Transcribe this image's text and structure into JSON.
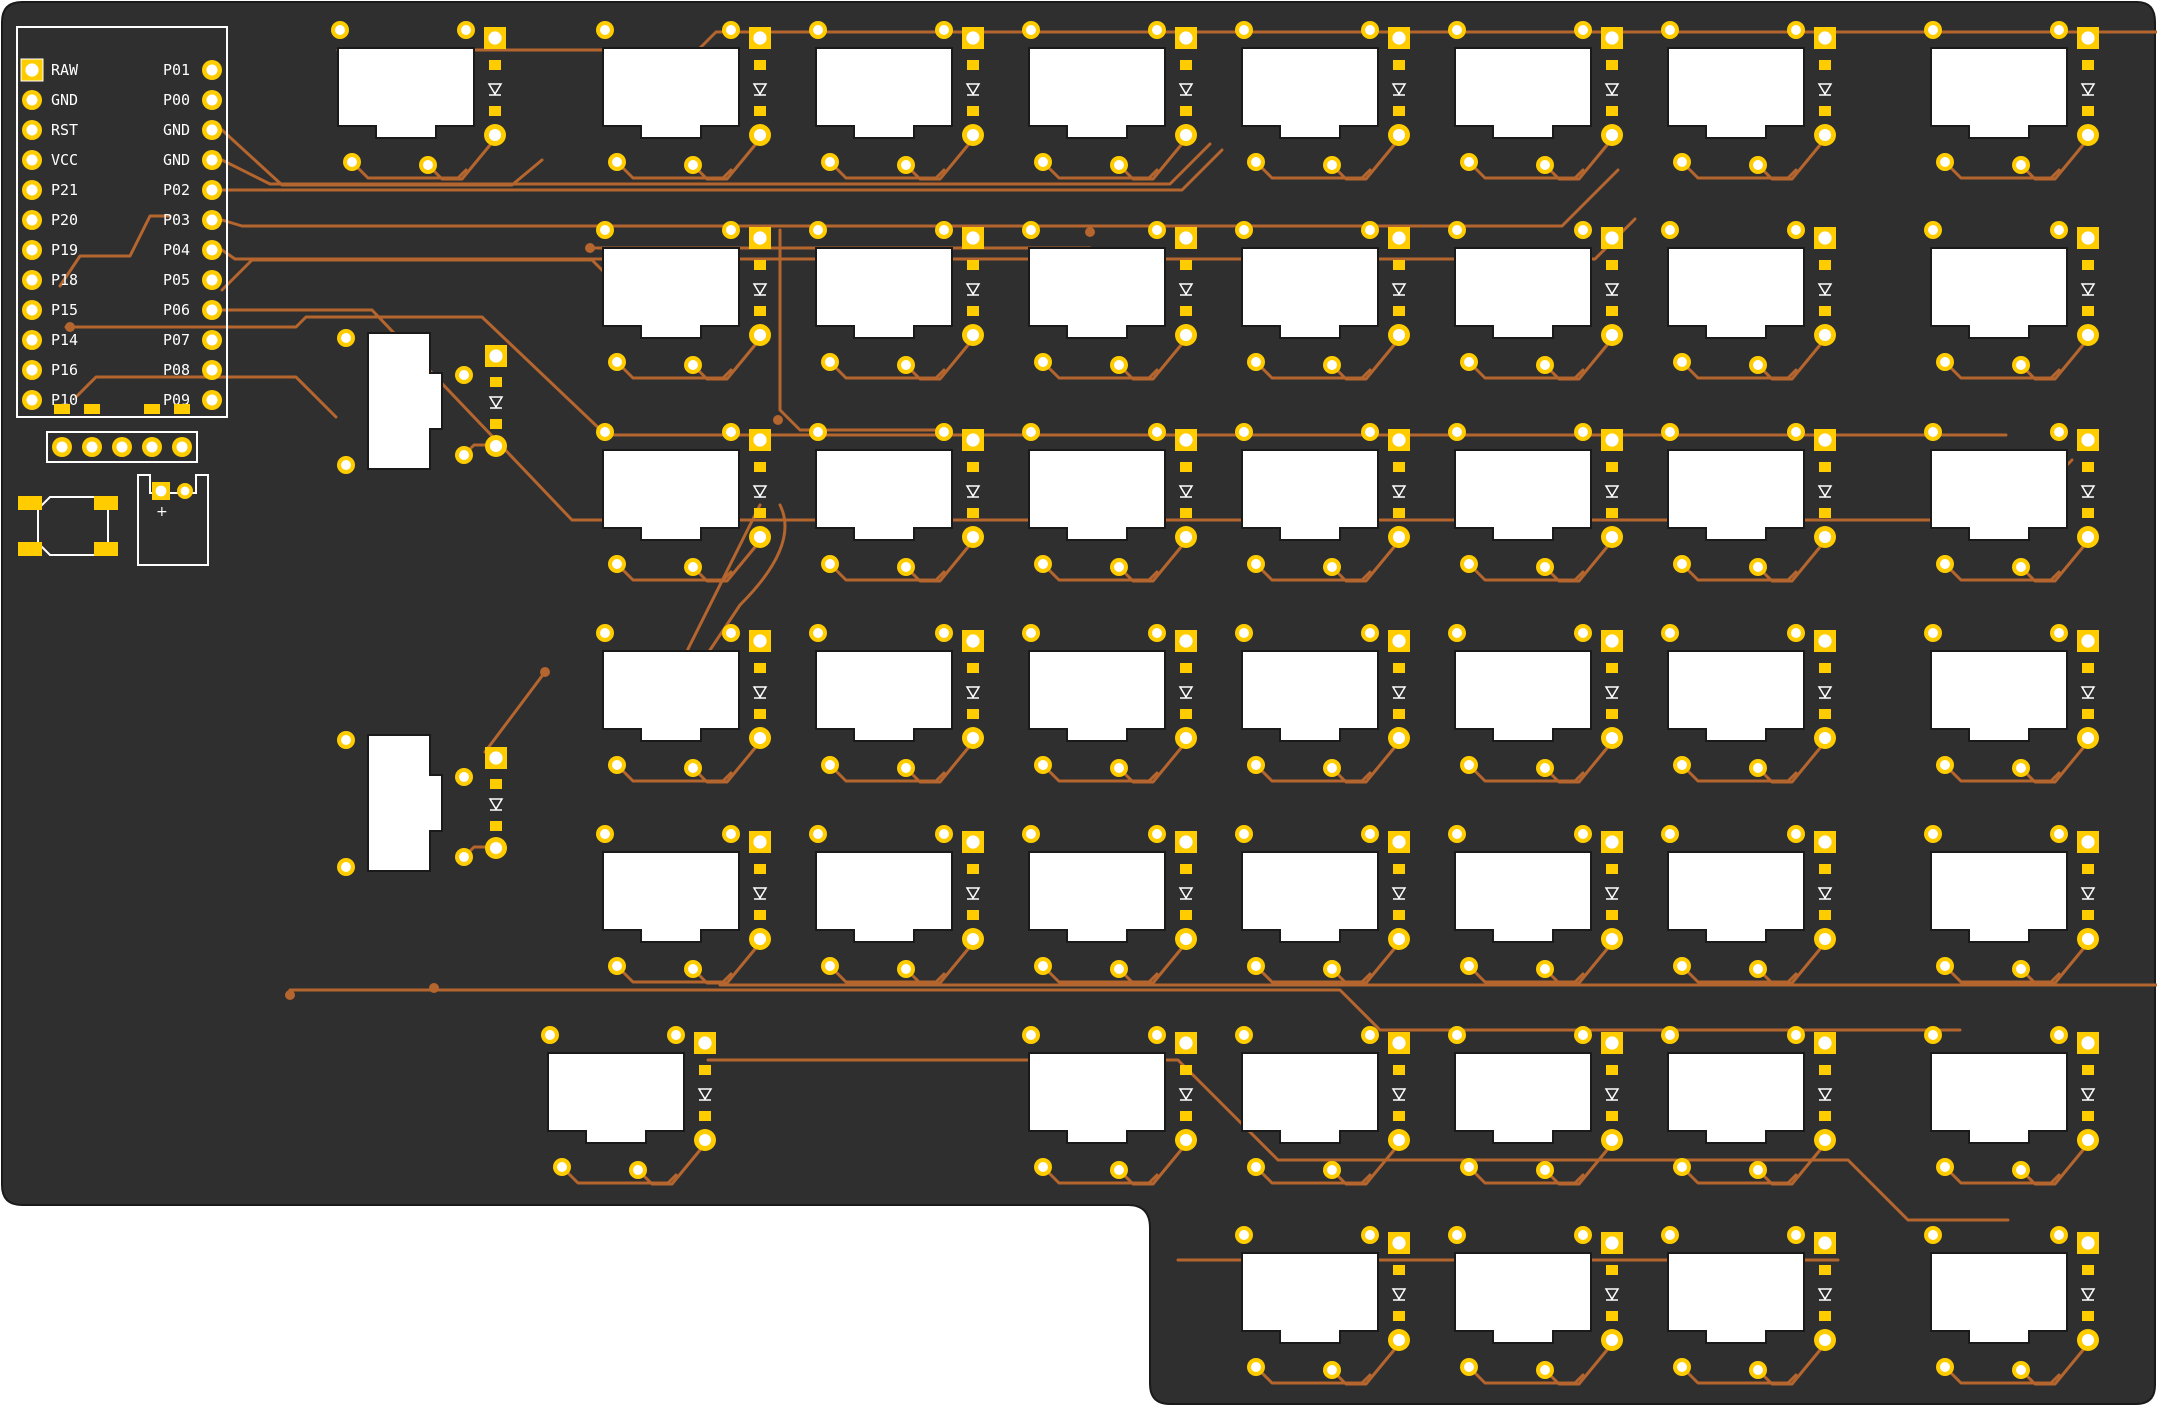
{
  "colors": {
    "board": "#2f2f2f",
    "board_edge": "#1a1a1a",
    "trace": "#b5652e",
    "pad": "#ffcc00",
    "drill": "#ffffff",
    "silkscreen": "#ffffff"
  },
  "controller": {
    "left_pins": [
      "RAW",
      "GND",
      "RST",
      "VCC",
      "P21",
      "P20",
      "P19",
      "P18",
      "P15",
      "P14",
      "P16",
      "P10"
    ],
    "right_pins": [
      "P01",
      "P00",
      "GND",
      "GND",
      "P02",
      "P03",
      "P04",
      "P05",
      "P06",
      "P07",
      "P08",
      "P09"
    ]
  },
  "battery_connector": {
    "polarity_label": "+"
  },
  "keyboard": {
    "rows": [
      [
        [
          0,
          true
        ],
        [
          1,
          true
        ],
        [
          2,
          true
        ],
        [
          3,
          true
        ],
        [
          4,
          true
        ],
        [
          5,
          true
        ],
        [
          6,
          true
        ],
        [
          7,
          true
        ]
      ],
      [
        [
          1,
          true
        ],
        [
          2,
          true
        ],
        [
          3,
          true
        ],
        [
          4,
          true
        ],
        [
          5,
          true
        ],
        [
          6,
          true
        ],
        [
          7,
          true
        ]
      ],
      [
        [
          1,
          true
        ],
        [
          2,
          true
        ],
        [
          3,
          true
        ],
        [
          4,
          true
        ],
        [
          5,
          true
        ],
        [
          6,
          true
        ],
        [
          7,
          true
        ]
      ],
      [
        [
          1,
          true
        ],
        [
          2,
          true
        ],
        [
          3,
          true
        ],
        [
          4,
          true
        ],
        [
          5,
          true
        ],
        [
          6,
          true
        ],
        [
          7,
          true
        ]
      ],
      [
        [
          1,
          true
        ],
        [
          2,
          true
        ],
        [
          3,
          true
        ],
        [
          4,
          true
        ],
        [
          5,
          true
        ],
        [
          6,
          true
        ],
        [
          7,
          true
        ]
      ],
      [
        [
          0.75,
          true
        ],
        [
          3,
          true
        ],
        [
          4,
          true
        ],
        [
          5,
          true
        ],
        [
          6,
          true
        ],
        [
          7,
          true
        ]
      ],
      [
        [
          4,
          true
        ],
        [
          5,
          true
        ],
        [
          6,
          true
        ],
        [
          7,
          true
        ]
      ]
    ],
    "encoders": 2
  }
}
